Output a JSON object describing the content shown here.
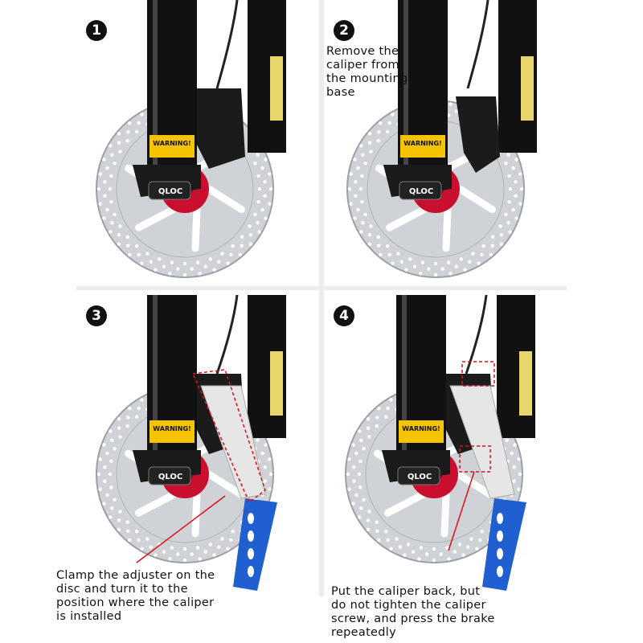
{
  "steps": [
    {
      "number": "1",
      "caption": ""
    },
    {
      "number": "2",
      "caption": "Remove the\ncaliper from\nthe mounting\nbase"
    },
    {
      "number": "3",
      "caption": "Clamp the adjuster on the\ndisc and turn it to the\nposition where the caliper\nis installed"
    },
    {
      "number": "4",
      "caption": "Put the caliper back, but\ndo not tighten the caliper\nscrew, and press the brake\nrepeatedly"
    }
  ],
  "product_labels": {
    "warning": "WARNING!",
    "qloc": "QLOC"
  },
  "colors": {
    "fork": "#111111",
    "disc": "#cfd2d6",
    "hub": "#c8102e",
    "adjuster": "#1f5fd0",
    "annotation": "#e0101a"
  }
}
